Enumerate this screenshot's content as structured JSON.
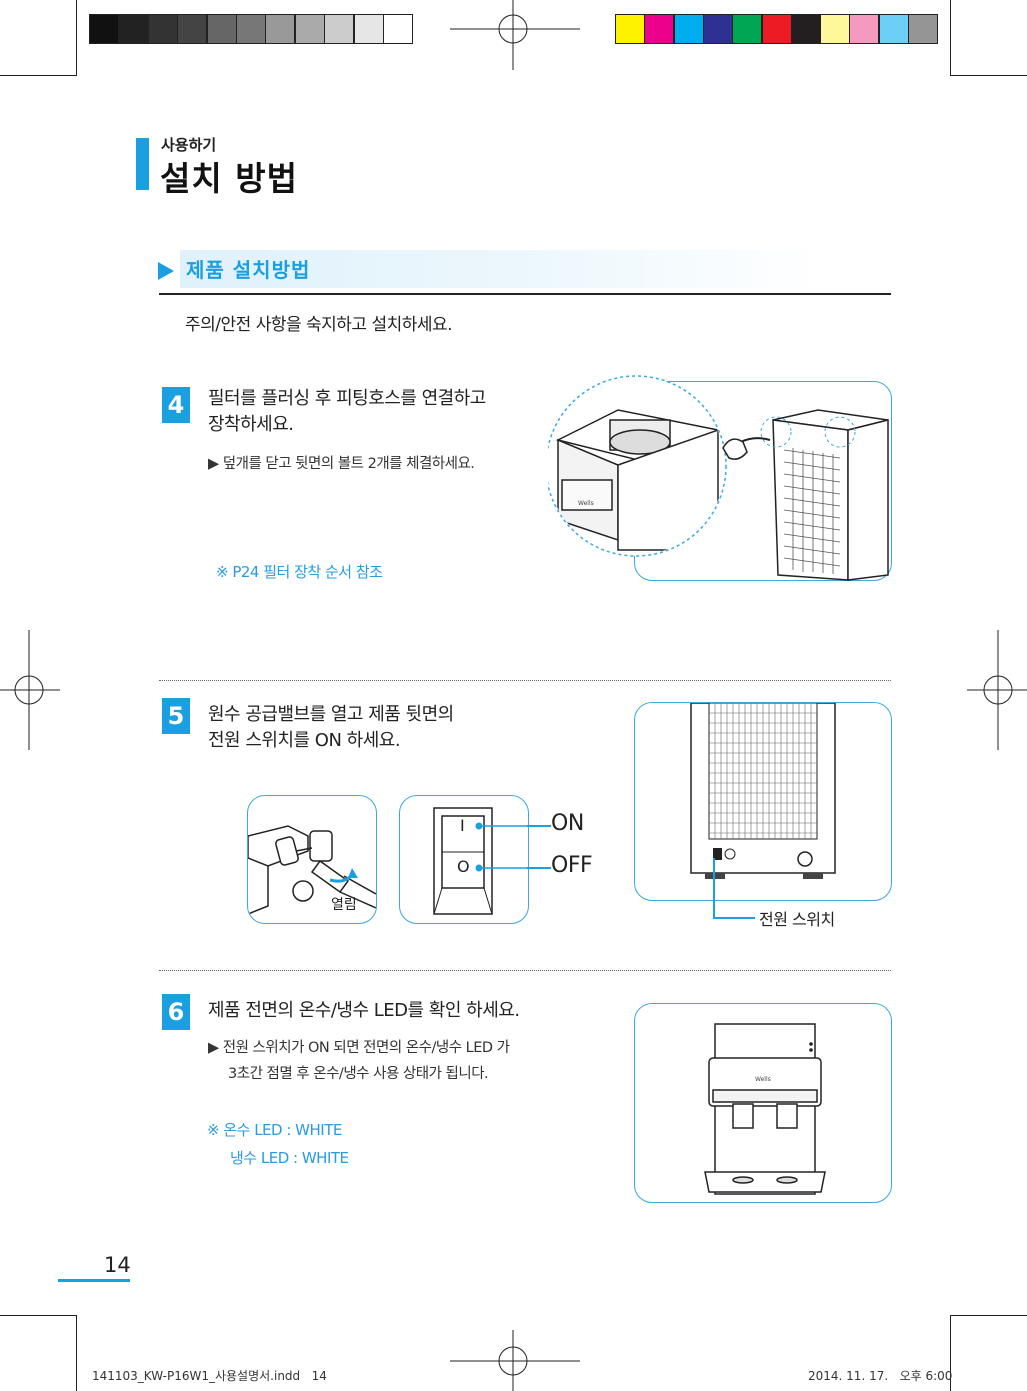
{
  "header": {
    "category": "사용하기",
    "title": "설치 방법"
  },
  "section": {
    "title": "제품 설치방법",
    "intro": "주의/안전 사항을 숙지하고 설치하세요."
  },
  "steps": [
    {
      "number": "4",
      "line1": "필터를 플러싱 후 피팅호스를 연결하고",
      "line2": "장착하세요.",
      "bullet": "▶ 덮개를 닫고 뒷면의 볼트 2개를 체결하세요.",
      "note": "※ P24 필터 장착 순서 참조"
    },
    {
      "number": "5",
      "line1": "원수 공급밸브를 열고 제품 뒷면의",
      "line2": "전원 스위치를 ON 하세요.",
      "valve_label": "열림",
      "switch_on_symbol": "I",
      "switch_off_symbol": "O",
      "on_label": "ON",
      "off_label": "OFF",
      "power_switch_label": "전원 스위치"
    },
    {
      "number": "6",
      "line1": "제품 전면의 온수/냉수 LED를 확인 하세요.",
      "bullet_line1": "▶ 전원 스위치가 ON 되면 전면의 온수/냉수 LED 가",
      "bullet_line2": "3초간 점멸 후 온수/냉수 사용 상태가 됩니다.",
      "note_line1": "※ 온수 LED : WHITE",
      "note_line2": "냉수 LED : WHITE"
    }
  ],
  "brand": "Wells",
  "page_number": "14",
  "footer": {
    "file": "141103_KW-P16W1_사용설명서.indd   14",
    "date": "2014. 11. 17.   오후 6:00"
  },
  "colors": {
    "accent": "#1aa0e0",
    "swatches_gray": [
      "#111111",
      "#222222",
      "#333333",
      "#444444",
      "#666666",
      "#777777",
      "#999999",
      "#aaaaaa",
      "#cccccc",
      "#e6e6e6",
      "#ffffff"
    ],
    "swatches_color": [
      "#fff200",
      "#ec008c",
      "#00aeef",
      "#2e3192",
      "#00a651",
      "#ed1c24",
      "#231f20",
      "#fff799",
      "#f49ac1",
      "#6dcff6",
      "#959595"
    ]
  }
}
